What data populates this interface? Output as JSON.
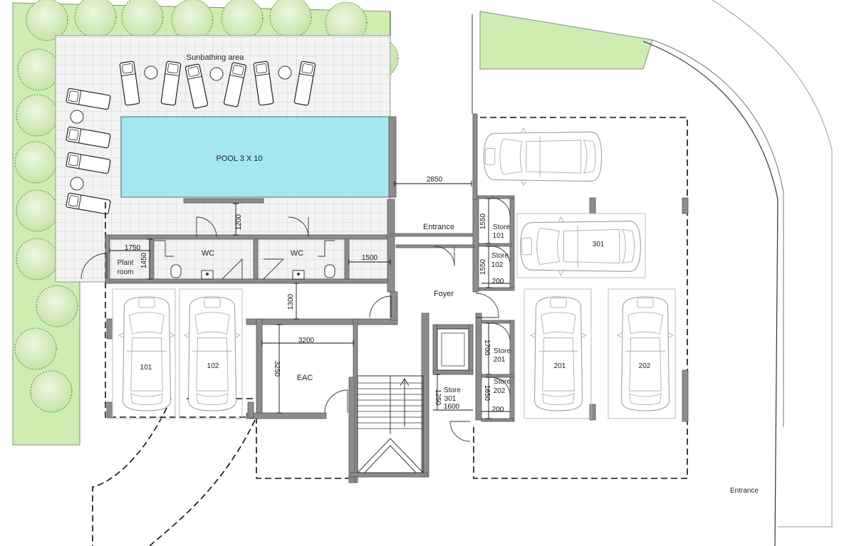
{
  "colors": {
    "grass": "#cdeeb0",
    "tree_fill": "#dcefc8",
    "tree_stroke": "#5c8b3a",
    "pool": "#a4e6f2",
    "wall": "#8c8c8c",
    "paving": "#f2f2f2"
  },
  "labels": {
    "sunbathing": "Sunbathing area",
    "pool": "POOL 3 X 10",
    "entrance_inner": "Entrance",
    "entrance_outer": "Entrance",
    "foyer": "Foyer",
    "wc_left": "WC",
    "wc_right": "WC",
    "plant_room_1": "Plant",
    "plant_room_2": "room",
    "eac": "EAC",
    "store_101_1": "Store",
    "store_101_2": "101",
    "store_102_1": "Store",
    "store_102_2": "102",
    "store_201_1": "Store",
    "store_201_2": "201",
    "store_202_1": "Store",
    "store_202_2": "202",
    "store_301_1": "Store",
    "store_301_2": "301",
    "parking_101": "101",
    "parking_102": "102",
    "parking_201": "201",
    "parking_202": "202",
    "parking_301": "301"
  },
  "dimensions": {
    "d2850": "2850",
    "d1200": "1200",
    "d1750": "1750",
    "d1450": "1450",
    "d1500": "1500",
    "d1300": "1300",
    "d3200": "3200",
    "d3250": "3250",
    "d1550a": "1550",
    "d1550b": "1550",
    "d200a": "200",
    "d1700": "1700",
    "d1650": "1650",
    "d200b": "200",
    "d1250": "1250",
    "d1600": "1600"
  }
}
